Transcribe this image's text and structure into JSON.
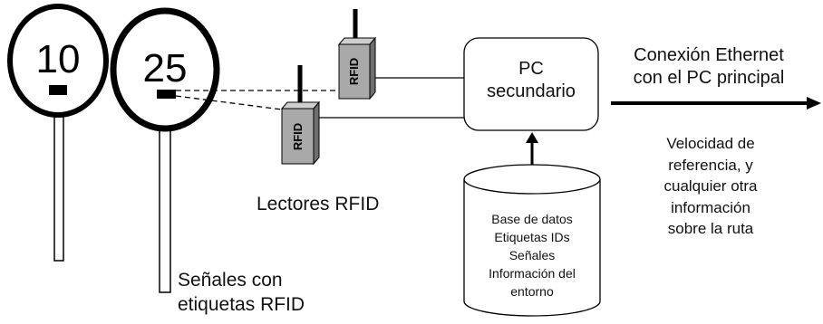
{
  "signs": [
    {
      "speed": "10"
    },
    {
      "speed": "25"
    }
  ],
  "reader_tag": "RFID",
  "pc": {
    "line1": "PC",
    "line2": "secundario"
  },
  "ethernet": {
    "line1": "Conexión Ethernet",
    "line2": "con el PC principal"
  },
  "info_lines": [
    "Velocidad de",
    "referencia, y",
    "cualquier otra",
    "información",
    "sobre la ruta"
  ],
  "db_lines": [
    "Base de datos",
    "Etiquetas IDs",
    "Señales",
    "Información del",
    "entorno"
  ],
  "readers_label": "Lectores RFID",
  "signs_label": {
    "line1": "Señales con",
    "line2": "etiquetas RFID"
  },
  "colors": {
    "ink": "#000000",
    "reader_front": "#a9a9a9",
    "reader_side": "#6f6f6f",
    "reader_top": "#cfcfcf",
    "background": "#ffffff"
  }
}
